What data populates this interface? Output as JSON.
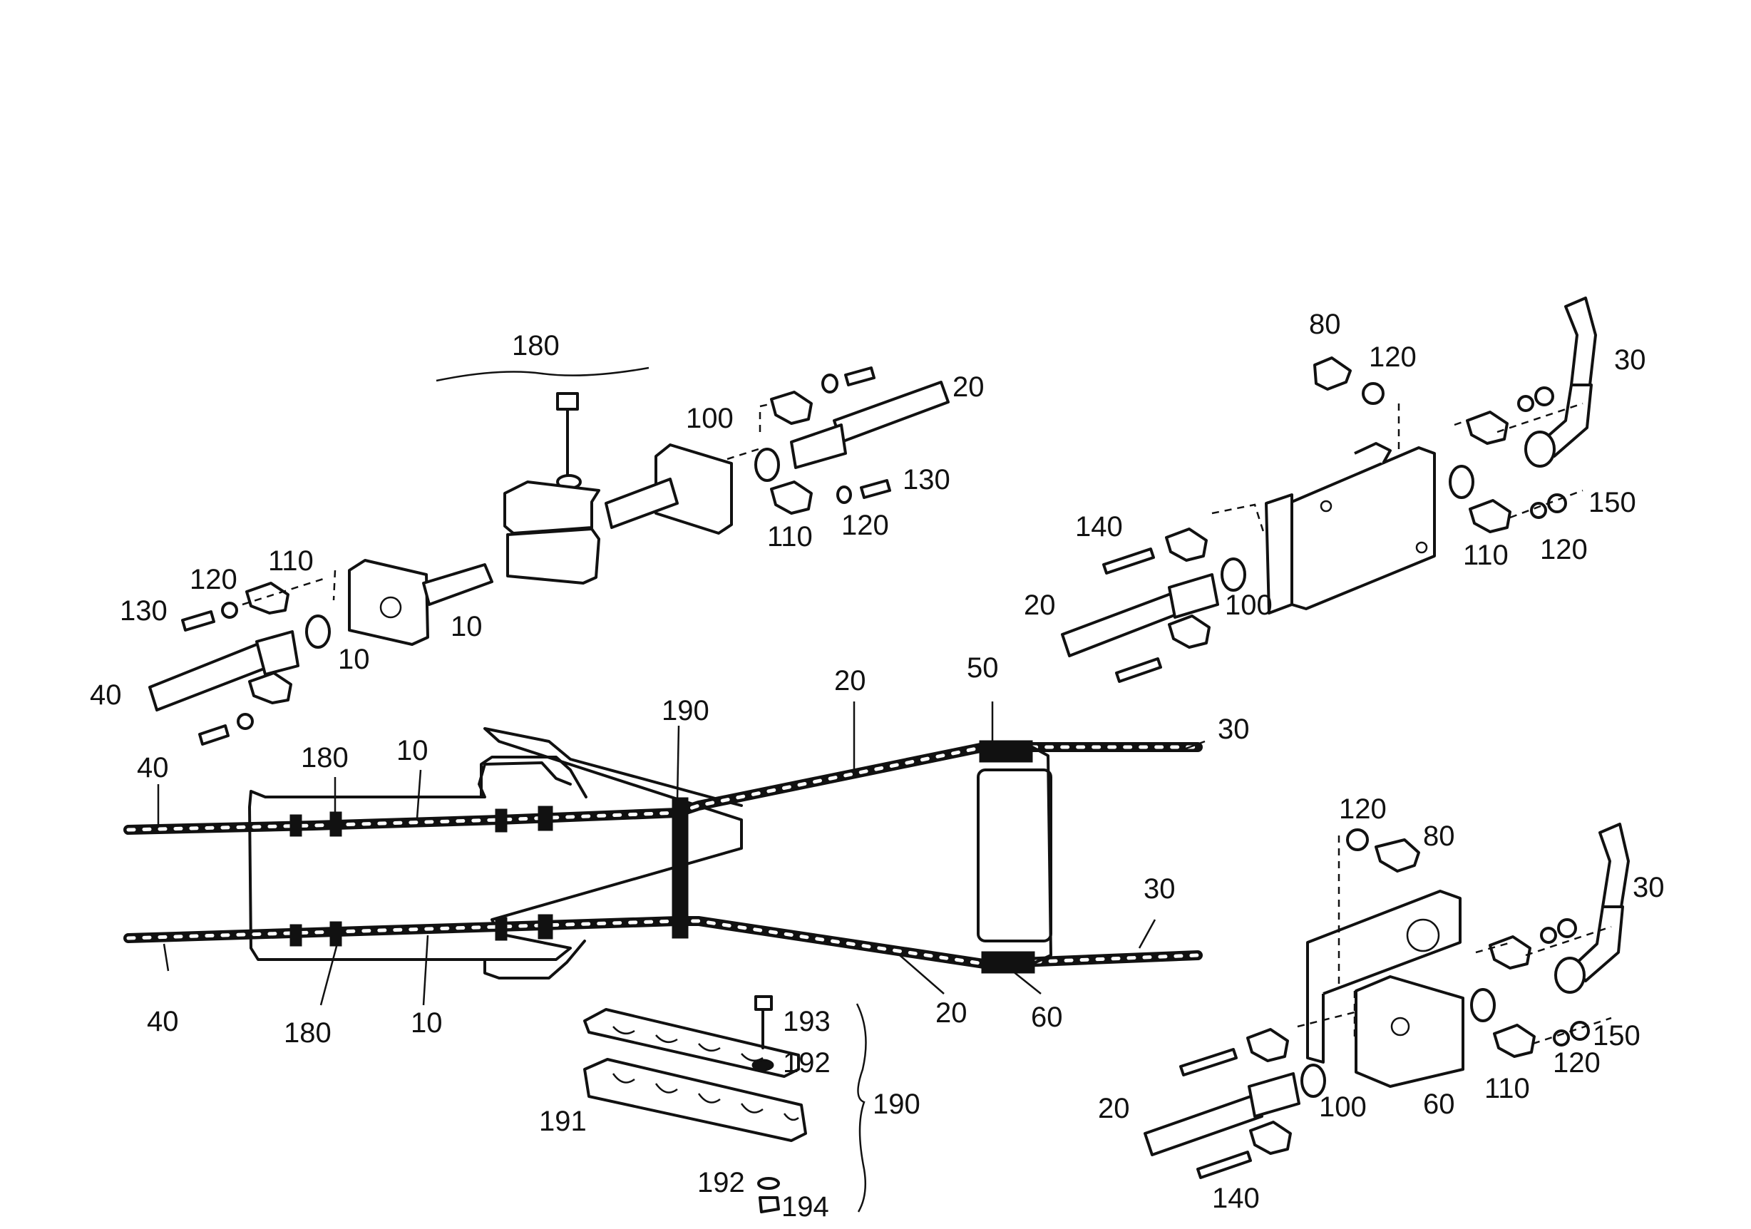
{
  "labels": {
    "l_180_top": "180",
    "l_100_a": "100",
    "l_20_a": "20",
    "l_130_a": "130",
    "l_110_a": "110",
    "l_120_a": "120",
    "l_120_b": "120",
    "l_110_b": "110",
    "l_130_b": "130",
    "l_10_a": "10",
    "l_10_b": "10",
    "l_40_a": "40",
    "l_80_a": "80",
    "l_120_c": "120",
    "l_30_a": "30",
    "l_140_a": "140",
    "l_150_a": "150",
    "l_110_c": "110",
    "l_120_d": "120",
    "l_20_b": "20",
    "l_100_b": "100",
    "l_190_a": "190",
    "l_20_c": "20",
    "l_50": "50",
    "l_30_b": "30",
    "l_40_b": "40",
    "l_180_a": "180",
    "l_10_c": "10",
    "l_30_c": "30",
    "l_40_c": "40",
    "l_180_b": "180",
    "l_10_d": "10",
    "l_20_d": "20",
    "l_60_a": "60",
    "l_120_e": "120",
    "l_80_b": "80",
    "l_30_d": "30",
    "l_193": "193",
    "l_192_a": "192",
    "l_190_b": "190",
    "l_191": "191",
    "l_192_b": "192",
    "l_194": "194",
    "l_150_b": "150",
    "l_120_f": "120",
    "l_110_d": "110",
    "l_20_e": "20",
    "l_100_c": "100",
    "l_60_b": "60",
    "l_140_b": "140"
  }
}
